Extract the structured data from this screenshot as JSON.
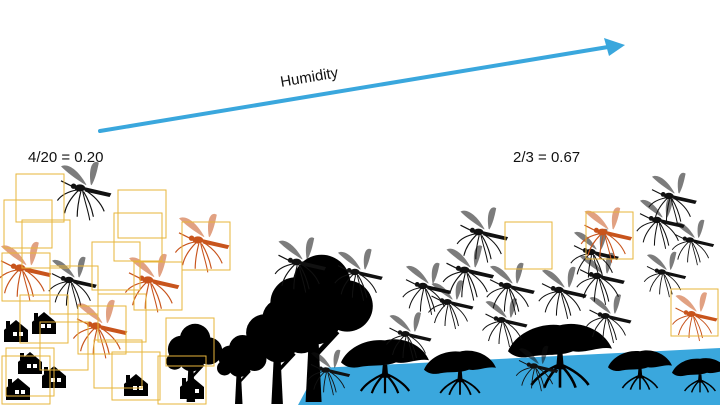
{
  "arrow": {
    "label": "Humidity"
  },
  "ratios": {
    "left": "4/20 = 0.20",
    "right": "2/3 = 0.67"
  },
  "colors": {
    "arrow": "#3aa7dd",
    "water": "#3aa7dd",
    "box": "#e7b53a",
    "infected_mosquito": "#c8541c",
    "mosquito": "#111111",
    "silhouette": "#000000"
  },
  "icons": {
    "mosquito": "mosquito-icon",
    "infected_mosquito": "infected-mosquito-icon",
    "house": "house-icon",
    "tree": "tree-icon",
    "mangrove": "mangrove-icon"
  }
}
